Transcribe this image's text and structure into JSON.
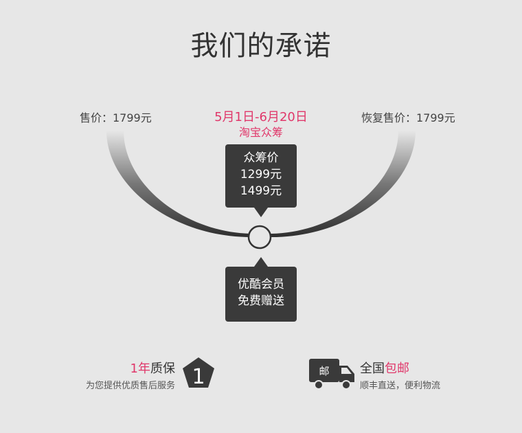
{
  "header": {
    "title": "我们的承诺"
  },
  "pricing": {
    "left_label": "售价：1799元",
    "right_label": "恢复售价：1799元",
    "date_range": "5月1日-6月20日",
    "platform": "淘宝众筹"
  },
  "crowdfund_box": {
    "title": "众筹价",
    "price_1": "1299元",
    "price_2": "1499元"
  },
  "member_box": {
    "line_1": "优酷会员",
    "line_2": "免费赠送"
  },
  "warranty": {
    "badge_number": "1",
    "title_accent": "1年",
    "title_rest": "质保",
    "subtitle": "为您提供优质售后服务"
  },
  "shipping": {
    "truck_label": "邮",
    "title_prefix": "全国",
    "title_accent": "包邮",
    "subtitle": "顺丰直送，便利物流"
  },
  "colors": {
    "accent": "#e0376a",
    "dark": "#3a3a3a",
    "background": "#e7e7e7"
  }
}
